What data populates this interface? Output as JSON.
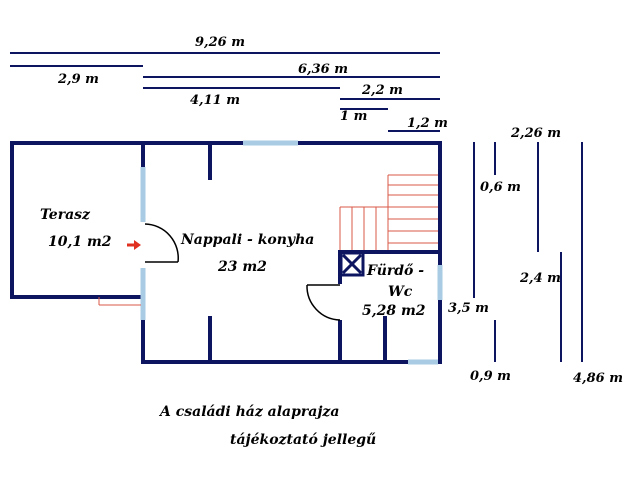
{
  "colors": {
    "wall": "#0d1560",
    "window": "#a9cbe4",
    "stair": "#d9584a",
    "arrow": "#e03020",
    "dim_line": "#0d1560"
  },
  "dimensions": {
    "total_width": "9,26 m",
    "terrace_width": "2,9 m",
    "living_width_top": "6,36 m",
    "living_width": "4,11 m",
    "bath_width": "2,2 m",
    "door_width": "1 m",
    "stair_width": "1,2 m",
    "dim_2_26": "2,26 m",
    "dim_0_6": "0,6 m",
    "dim_2_4": "2,4 m",
    "dim_3_5": "3,5 m",
    "dim_0_9": "0,9 m",
    "dim_4_86": "4,86 m"
  },
  "rooms": {
    "terrace_name": "Terasz",
    "terrace_area": "10,1 m2",
    "living_name": "Nappali - konyha",
    "living_area": "23 m2",
    "bath_name_1": "Fürdő -",
    "bath_name_2": "Wc",
    "bath_area": "5,28 m2"
  },
  "caption": {
    "line1": "A családi ház alaprajza",
    "line2": "tájékoztató jellegű"
  }
}
